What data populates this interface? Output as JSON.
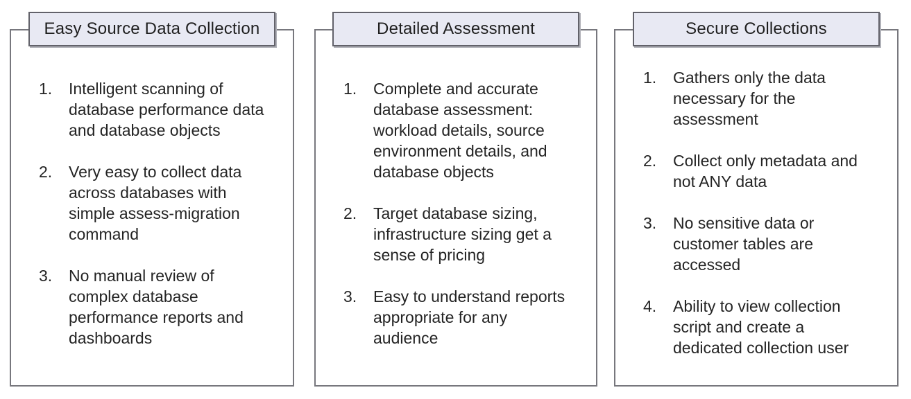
{
  "colors": {
    "background": "#ffffff",
    "card_border": "#77777d",
    "header_fill": "#e8e9f3",
    "header_border": "#62626a",
    "header_shadow": "#b0b1b8",
    "text": "#242424"
  },
  "cards": [
    {
      "title": "Easy Source Data Collection",
      "items": [
        {
          "number": "1.",
          "text": "Intelligent scanning of\ndatabase performance data\nand database objects"
        },
        {
          "number": "2.",
          "text": "Very easy to collect data\nacross databases with\nsimple assess-migration\ncommand"
        },
        {
          "number": "3.",
          "text": "No manual review of\ncomplex database\nperformance reports and\ndashboards"
        }
      ]
    },
    {
      "title": "Detailed Assessment",
      "items": [
        {
          "number": "1.",
          "text": "Complete and accurate\ndatabase assessment:\nworkload details, source\nenvironment details, and\ndatabase objects"
        },
        {
          "number": "2.",
          "text": "Target database sizing,\ninfrastructure sizing get a\nsense of pricing"
        },
        {
          "number": "3.",
          "text": "Easy to understand reports\nappropriate for any\naudience"
        }
      ]
    },
    {
      "title": "Secure Collections",
      "items": [
        {
          "number": "1.",
          "text": "Gathers only the data\nnecessary for the\nassessment"
        },
        {
          "number": "2.",
          "text": "Collect only metadata and\nnot ANY data"
        },
        {
          "number": "3.",
          "text": "No sensitive data or\ncustomer tables are\naccessed"
        },
        {
          "number": "4.",
          "text": "Ability to view collection\nscript and create a\ndedicated collection user"
        }
      ]
    }
  ]
}
